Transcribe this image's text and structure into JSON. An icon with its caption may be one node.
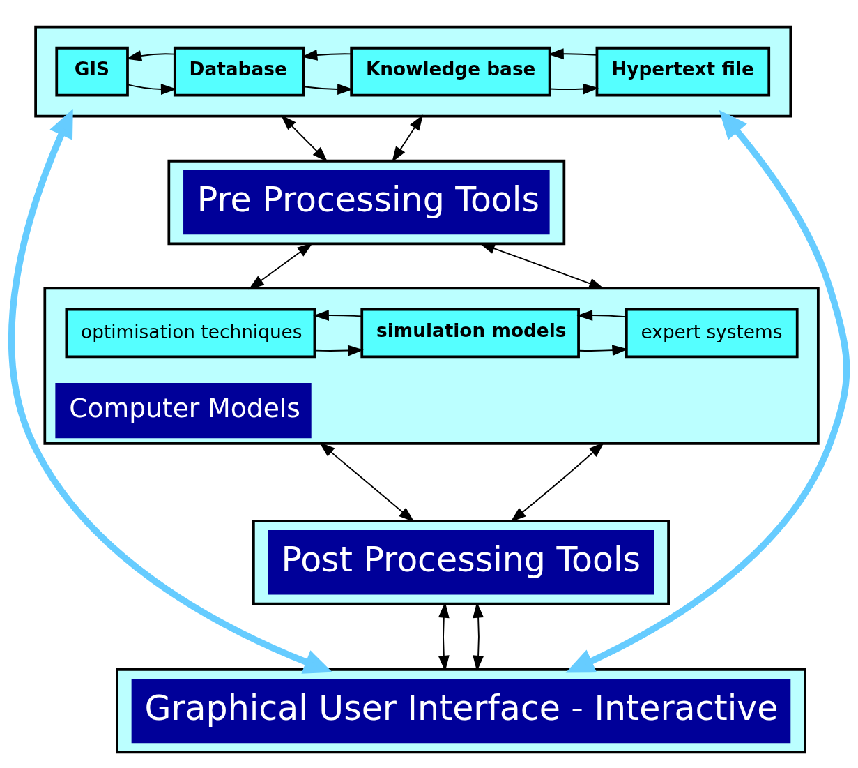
{
  "diagram": {
    "nodes": [
      {
        "text": [],
        "shape": "box"
      },
      {
        "text": [
          "GIS"
        ],
        "in": 0
      },
      {
        "text": [
          "Database"
        ],
        "in": 0
      },
      {
        "text": [
          "Knowledge base"
        ],
        "in": 0
      },
      {
        "text": [
          "Hypertext file"
        ],
        "in": 0
      },
      {
        "text": [
          "Pre Processing Tools"
        ]
      },
      {
        "text": [
          "Computer Models"
        ]
      },
      {
        "text": [
          "optimisation techniques"
        ],
        "in": 6
      },
      {
        "text": [
          "simulation models"
        ],
        "in": 6
      },
      {
        "text": [
          "expert systems"
        ],
        "in": 6
      },
      {
        "text": [
          "Post Processing Tools"
        ]
      },
      {
        "text": [
          "Graphical User Interface - Interactive"
        ]
      }
    ],
    "edges": [
      {
        "from": 1,
        "to": 2,
        "arrow": "to"
      },
      {
        "from": 2,
        "to": 1,
        "arrow": "to"
      },
      {
        "from": 2,
        "to": 3,
        "arrow": "to"
      },
      {
        "from": 3,
        "to": 2,
        "arrow": "to"
      },
      {
        "from": 3,
        "to": 4,
        "arrow": "to"
      },
      {
        "from": 4,
        "to": 3,
        "arrow": "to"
      },
      {
        "from": 7,
        "to": 8,
        "arrow": "to"
      },
      {
        "from": 8,
        "to": 7,
        "arrow": "to"
      },
      {
        "from": 8,
        "to": 9,
        "arrow": "to"
      },
      {
        "from": 9,
        "to": 8,
        "arrow": "to"
      },
      {
        "from": 0,
        "to": 5,
        "arrow": "both"
      },
      {
        "from": 0,
        "to": 5,
        "arrow": "both"
      },
      {
        "from": 5,
        "to": 6,
        "arrow": "both"
      },
      {
        "from": 5,
        "to": 6,
        "arrow": "both"
      },
      {
        "from": 6,
        "to": 10,
        "arrow": "both"
      },
      {
        "from": 6,
        "to": 10,
        "arrow": "both"
      },
      {
        "from": 10,
        "to": 11,
        "arrow": "both"
      },
      {
        "from": 10,
        "to": 11,
        "arrow": "both"
      },
      {
        "from": 0,
        "to": 11,
        "arrow": "both",
        "style": "thick",
        "color": "#66ccff"
      },
      {
        "from": 0,
        "to": 11,
        "arrow": "both",
        "style": "thick",
        "color": "#66ccff"
      }
    ]
  }
}
